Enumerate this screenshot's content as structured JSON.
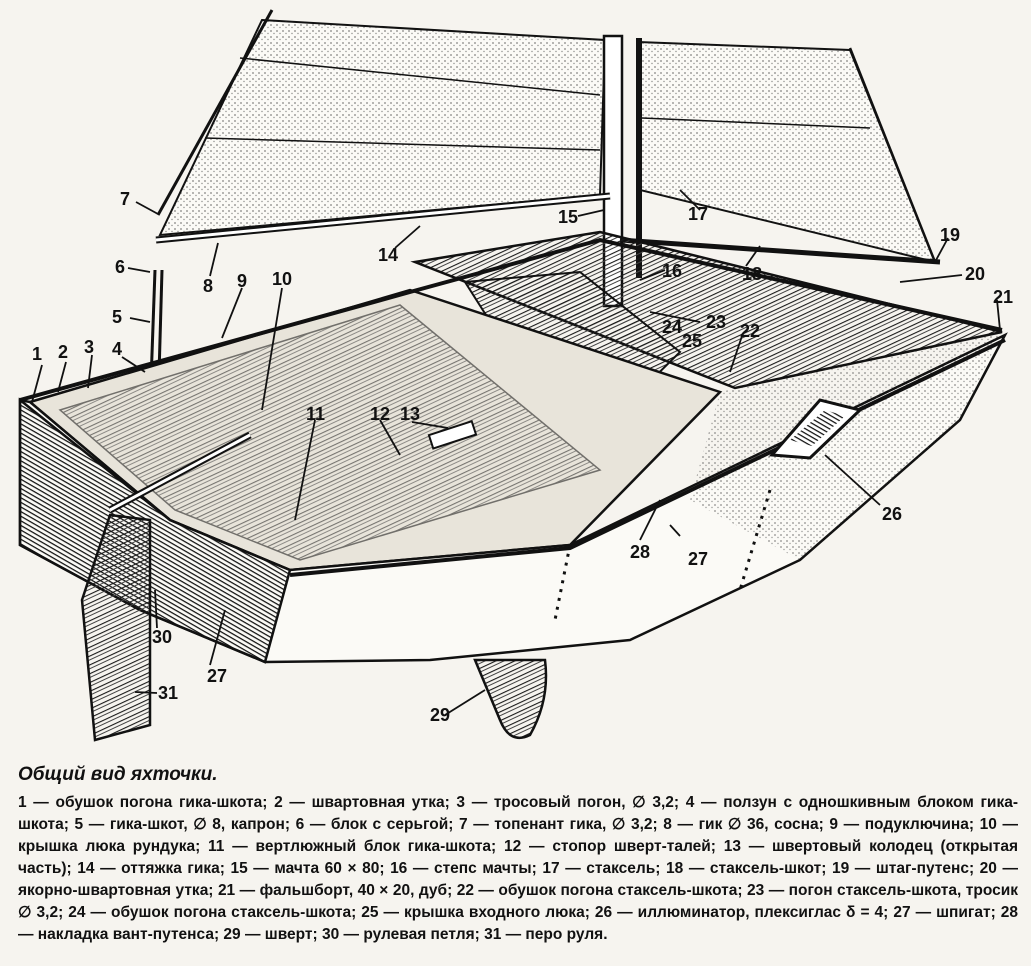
{
  "diagram": {
    "callouts": [
      {
        "id": "c1",
        "text": "1"
      },
      {
        "id": "c2",
        "text": "2"
      },
      {
        "id": "c3",
        "text": "3"
      },
      {
        "id": "c4",
        "text": "4"
      },
      {
        "id": "c5",
        "text": "5"
      },
      {
        "id": "c6",
        "text": "6"
      },
      {
        "id": "c7",
        "text": "7"
      },
      {
        "id": "c8",
        "text": "8"
      },
      {
        "id": "c9",
        "text": "9"
      },
      {
        "id": "c10",
        "text": "10"
      },
      {
        "id": "c11",
        "text": "11"
      },
      {
        "id": "c12",
        "text": "12"
      },
      {
        "id": "c13",
        "text": "13"
      },
      {
        "id": "c14",
        "text": "14"
      },
      {
        "id": "c15",
        "text": "15"
      },
      {
        "id": "c16",
        "text": "16"
      },
      {
        "id": "c17",
        "text": "17"
      },
      {
        "id": "c18",
        "text": "18"
      },
      {
        "id": "c19",
        "text": "19"
      },
      {
        "id": "c20",
        "text": "20"
      },
      {
        "id": "c21",
        "text": "21"
      },
      {
        "id": "c22",
        "text": "22"
      },
      {
        "id": "c23",
        "text": "23"
      },
      {
        "id": "c24",
        "text": "24"
      },
      {
        "id": "c25",
        "text": "25"
      },
      {
        "id": "c26",
        "text": "26"
      },
      {
        "id": "c27a",
        "text": "27"
      },
      {
        "id": "c27b",
        "text": "27"
      },
      {
        "id": "c28",
        "text": "28"
      },
      {
        "id": "c29",
        "text": "29"
      },
      {
        "id": "c30",
        "text": "30"
      },
      {
        "id": "c31",
        "text": "31"
      }
    ]
  },
  "caption": {
    "title": "Общий вид яхточки.",
    "text": "1 — обушок погона гика-шкота; 2 — швартовная утка; 3 — тросовый погон, ∅ 3,2; 4 — ползун с одношкивным блоком гика-шкота; 5 — гика-шкот, ∅ 8, капрон; 6 — блок с серьгой; 7 — топенант гика, ∅ 3,2; 8 — гик ∅ 36, сосна; 9 — подуключина; 10 — крышка люка рундука; 11 — вертлюжный блок гика-шкота; 12 — стопор шверт-талей; 13 — швертовый колодец (открытая часть); 14 — оттяжка гика; 15 — мачта 60 × 80; 16 — степс мачты; 17 — стаксель; 18 — стаксель-шкот; 19 — штаг-путенс; 20 — якорно-швартовная утка; 21 — фальшборт, 40 × 20, дуб; 22 — обушок погона стаксель-шкота; 23 — погон стаксель-шкота, тросик ∅ 3,2; 24 — обушок погона стаксель-шкота; 25 — крышка входного люка; 26 — иллюминатор, плексиглас δ = 4; 27 — шпигат; 28 — накладка вант-путенса; 29 — шверт; 30 — рулевая петля; 31 — перо руля."
  }
}
